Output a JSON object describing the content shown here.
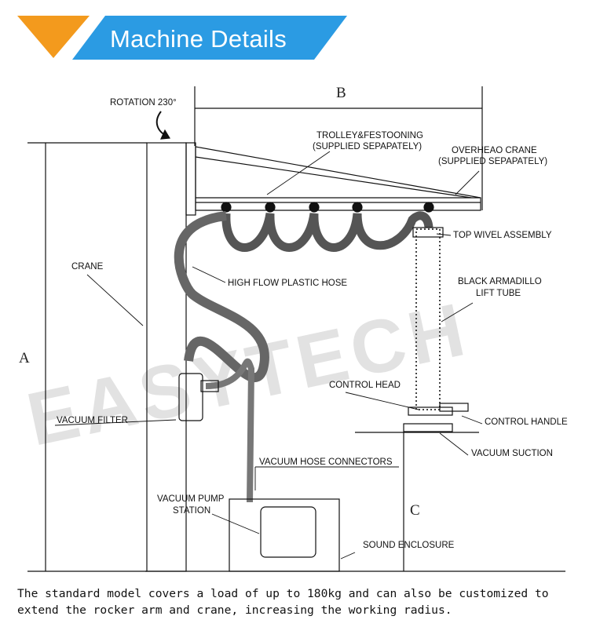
{
  "banner": {
    "title": "Machine Details",
    "triangle_color": "#f39a1d",
    "bar_color": "#2b9be3"
  },
  "watermark": "EASYTECH",
  "dimensions": {
    "a": "A",
    "b": "B",
    "c": "C"
  },
  "labels": {
    "rotation": "ROTATION 230°",
    "trolley_1": "TROLLEY&FESTOONING",
    "trolley_2": "(SUPPLIED SEPAPATELY)",
    "overhead_1": "OVERHEAO CRANE",
    "overhead_2": "(SUPPLIED SEPAPATELY)",
    "crane": "CRANE",
    "hose": "HIGH FLOW PLASTIC HOSE",
    "top_swivel": "TOP WIVEL ASSEMBLY",
    "tube_1": "BLACK ARMADILLO",
    "tube_2": "LIFT TUBE",
    "control_head": "CONTROL HEAD",
    "control_handle": "CONTROL HANDLE",
    "vacuum_suction": "VACUUM SUCTION",
    "vacuum_filter": "VACUUM FILTER",
    "hose_connectors": "VACUUM HOSE CONNECTORS",
    "pump_1": "VACUUM PUMP",
    "pump_2": "STATION",
    "sound_enclosure": "SOUND ENCLOSURE"
  },
  "caption": "The standard model covers a load of up to 180kg and can also be customized to extend the rocker arm and crane, increasing the working radius."
}
